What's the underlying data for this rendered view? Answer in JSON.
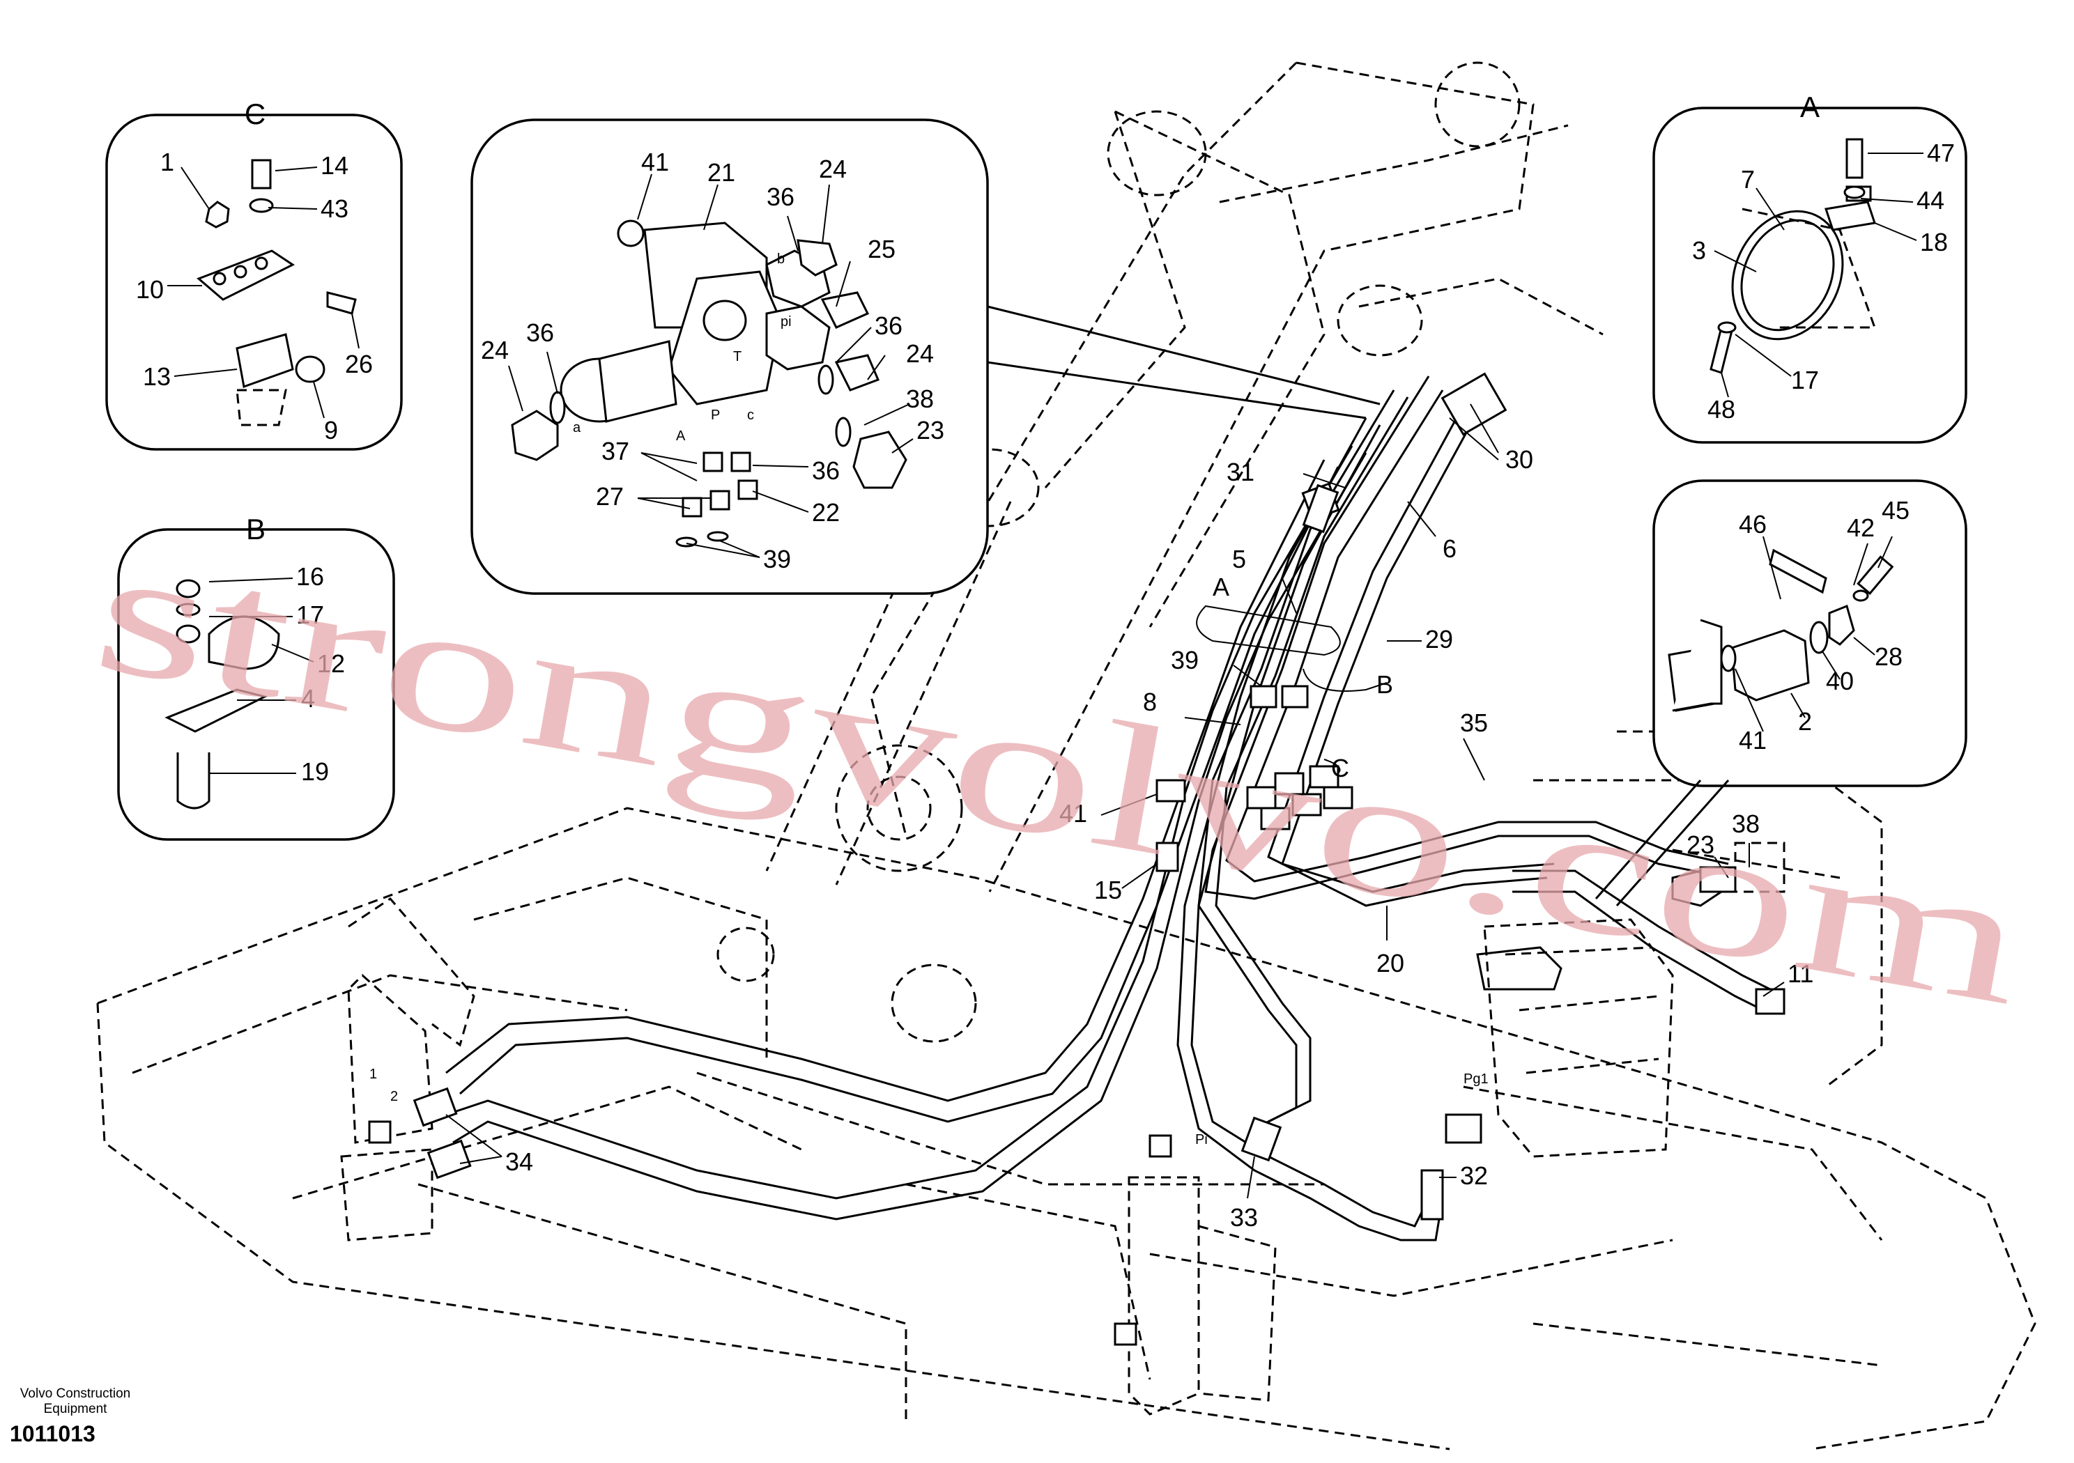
{
  "footer": {
    "company_line1": "Volvo Construction",
    "company_line2": "Equipment",
    "drawing_number": "1011013"
  },
  "watermark": "strongvolvo.com",
  "panels": {
    "C": {
      "title": "C",
      "labels": [
        "1",
        "14",
        "43",
        "10",
        "26",
        "13",
        "9"
      ]
    },
    "B": {
      "title": "B",
      "labels": [
        "16",
        "17",
        "12",
        "4",
        "19"
      ]
    },
    "valve": {
      "labels": [
        "41",
        "21",
        "36",
        "24",
        "25",
        "36",
        "24",
        "36",
        "24",
        "38",
        "23",
        "37",
        "36",
        "27",
        "22",
        "39"
      ],
      "ports": [
        "b",
        "pi",
        "T",
        "a",
        "A",
        "P",
        "c"
      ]
    },
    "A": {
      "title": "A",
      "labels": [
        "47",
        "44",
        "7",
        "18",
        "3",
        "17",
        "48"
      ]
    },
    "D": {
      "labels": [
        "46",
        "42",
        "45",
        "28",
        "40",
        "2",
        "41"
      ]
    }
  },
  "main_labels": [
    "30",
    "31",
    "6",
    "5",
    "A",
    "29",
    "39",
    "B",
    "8",
    "C",
    "35",
    "41",
    "38",
    "23",
    "15",
    "20",
    "11",
    "34",
    "33",
    "32"
  ],
  "component_marks": [
    "1",
    "2",
    "Pi",
    "Pg1"
  ]
}
